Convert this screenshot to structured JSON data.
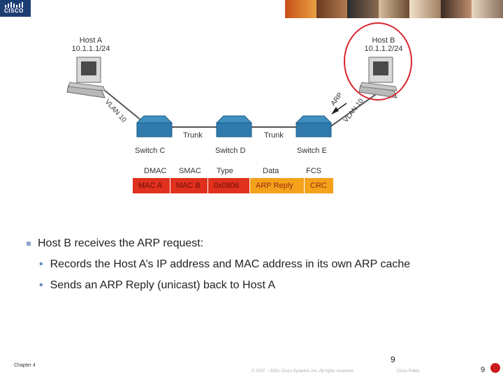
{
  "header": {
    "logo_text": "CISCO"
  },
  "diagram": {
    "host_a": {
      "name": "Host A",
      "ip": "10.1.1.1/24"
    },
    "host_b": {
      "name": "Host B",
      "ip": "10.1.1.2/24"
    },
    "switches": [
      "Switch C",
      "Switch D",
      "Switch E"
    ],
    "trunk_labels": [
      "Trunk",
      "Trunk"
    ],
    "vlan_labels": [
      "VLAN 10",
      "VLAN 10"
    ],
    "arp_label": "ARP",
    "highlight_color": "#d8262e",
    "frame": {
      "headers": [
        "DMAC",
        "SMAC",
        "Type",
        "Data",
        "FCS"
      ],
      "cells": [
        "MAC A",
        "MAC B",
        "0x0806",
        "ARP Reply",
        "CRC"
      ],
      "cell_colors": [
        "#e0301e",
        "#e0301e",
        "#e0301e",
        "#f4a21c",
        "#f4a21c"
      ]
    }
  },
  "bullets": {
    "main": "Host B receives the ARP request:",
    "sub": [
      "Records the Host A’s IP address and MAC address in its own ARP cache",
      "Sends an ARP Reply (unicast) back to Host A"
    ]
  },
  "footer": {
    "chapter": "Chapter 4",
    "copyright": "© 2007 – 2010, Cisco Systems, Inc. All rights reserved.",
    "classification": "Cisco Public",
    "page_center": "9",
    "page_right": "9"
  }
}
